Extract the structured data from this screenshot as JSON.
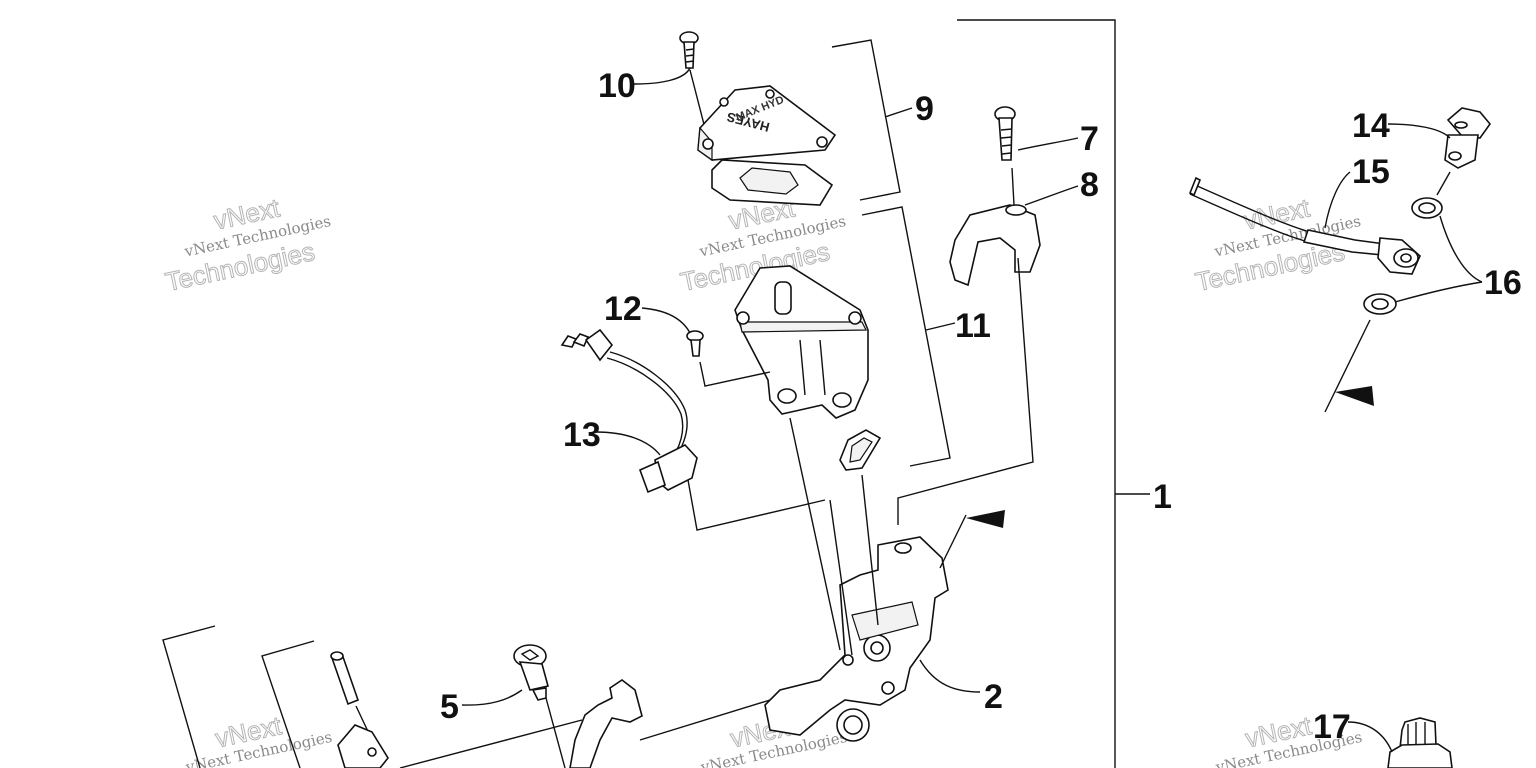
{
  "diagram": {
    "callouts": [
      "1",
      "2",
      "5",
      "7",
      "8",
      "9",
      "10",
      "11",
      "12",
      "13",
      "14",
      "15",
      "16",
      "17"
    ],
    "watermark": {
      "line1": "vNext Technologies",
      "line2": "Technologies",
      "line3": "vNext"
    },
    "cover_text": {
      "brand": "HAYES",
      "lines": "MAX HYD"
    }
  }
}
